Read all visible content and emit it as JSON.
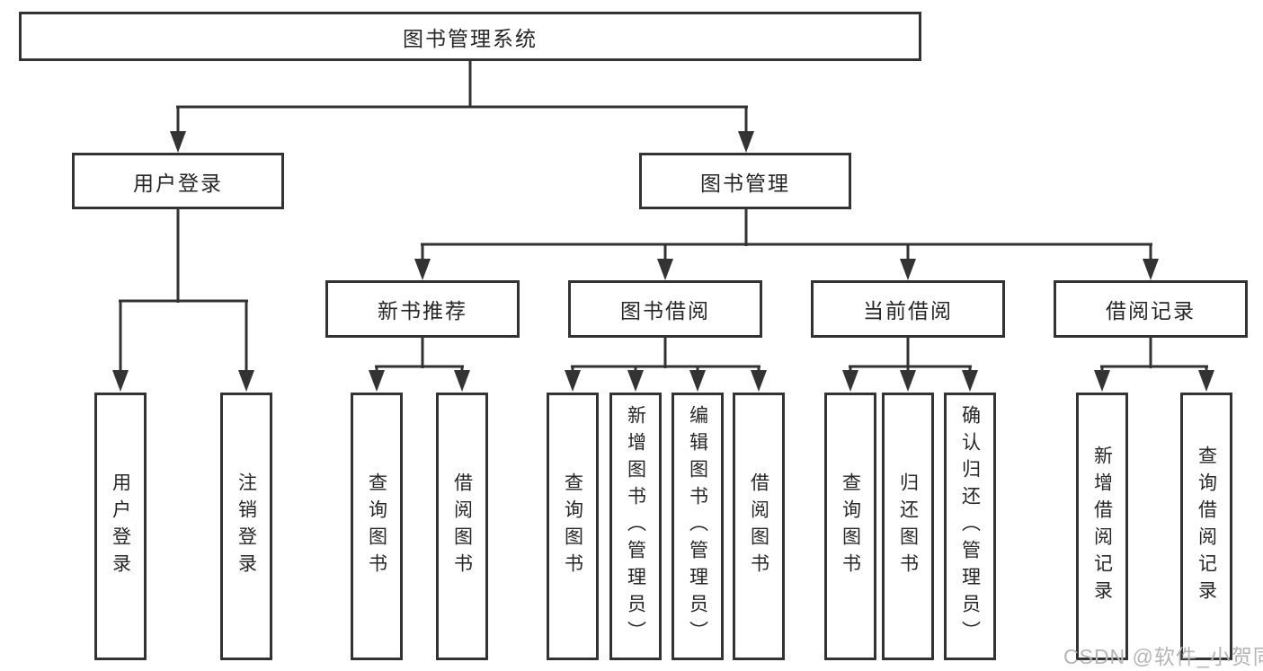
{
  "title": "图书管理系统",
  "nodes": {
    "user_login": "用户登录",
    "book_mgmt": "图书管理",
    "new_books": "新书推荐",
    "book_borrow": "图书借阅",
    "current_borrow": "当前借阅",
    "borrow_records": "借阅记录"
  },
  "leaves": {
    "login": "用户登录",
    "logout": "注销登录",
    "nb_query": "查询图书",
    "nb_borrow": "借阅图书",
    "bb_query": "查询图书",
    "bb_add": "新增图书（管理员）",
    "bb_edit": "编辑图书（管理员）",
    "bb_borrow": "借阅图书",
    "cb_query": "查询图书",
    "cb_return": "归还图书",
    "cb_confirm": "确认归还（管理员）",
    "br_add": "新增借阅记录",
    "br_query": "查询借阅记录"
  },
  "structure": {
    "图书管理系统": {
      "用户登录": [
        "用户登录",
        "注销登录"
      ],
      "图书管理": {
        "新书推荐": [
          "查询图书",
          "借阅图书"
        ],
        "图书借阅": [
          "查询图书",
          "新增图书（管理员）",
          "编辑图书（管理员）",
          "借阅图书"
        ],
        "当前借阅": [
          "查询图书",
          "归还图书",
          "确认归还（管理员）"
        ],
        "借阅记录": [
          "新增借阅记录",
          "查询借阅记录"
        ]
      }
    }
  },
  "watermark": "CSDN @软件_小贺同学",
  "colors": {
    "line": "#333333",
    "border": "#333333",
    "text": "#262626",
    "watermark": "#b5b5b5",
    "background": "#ffffff"
  }
}
